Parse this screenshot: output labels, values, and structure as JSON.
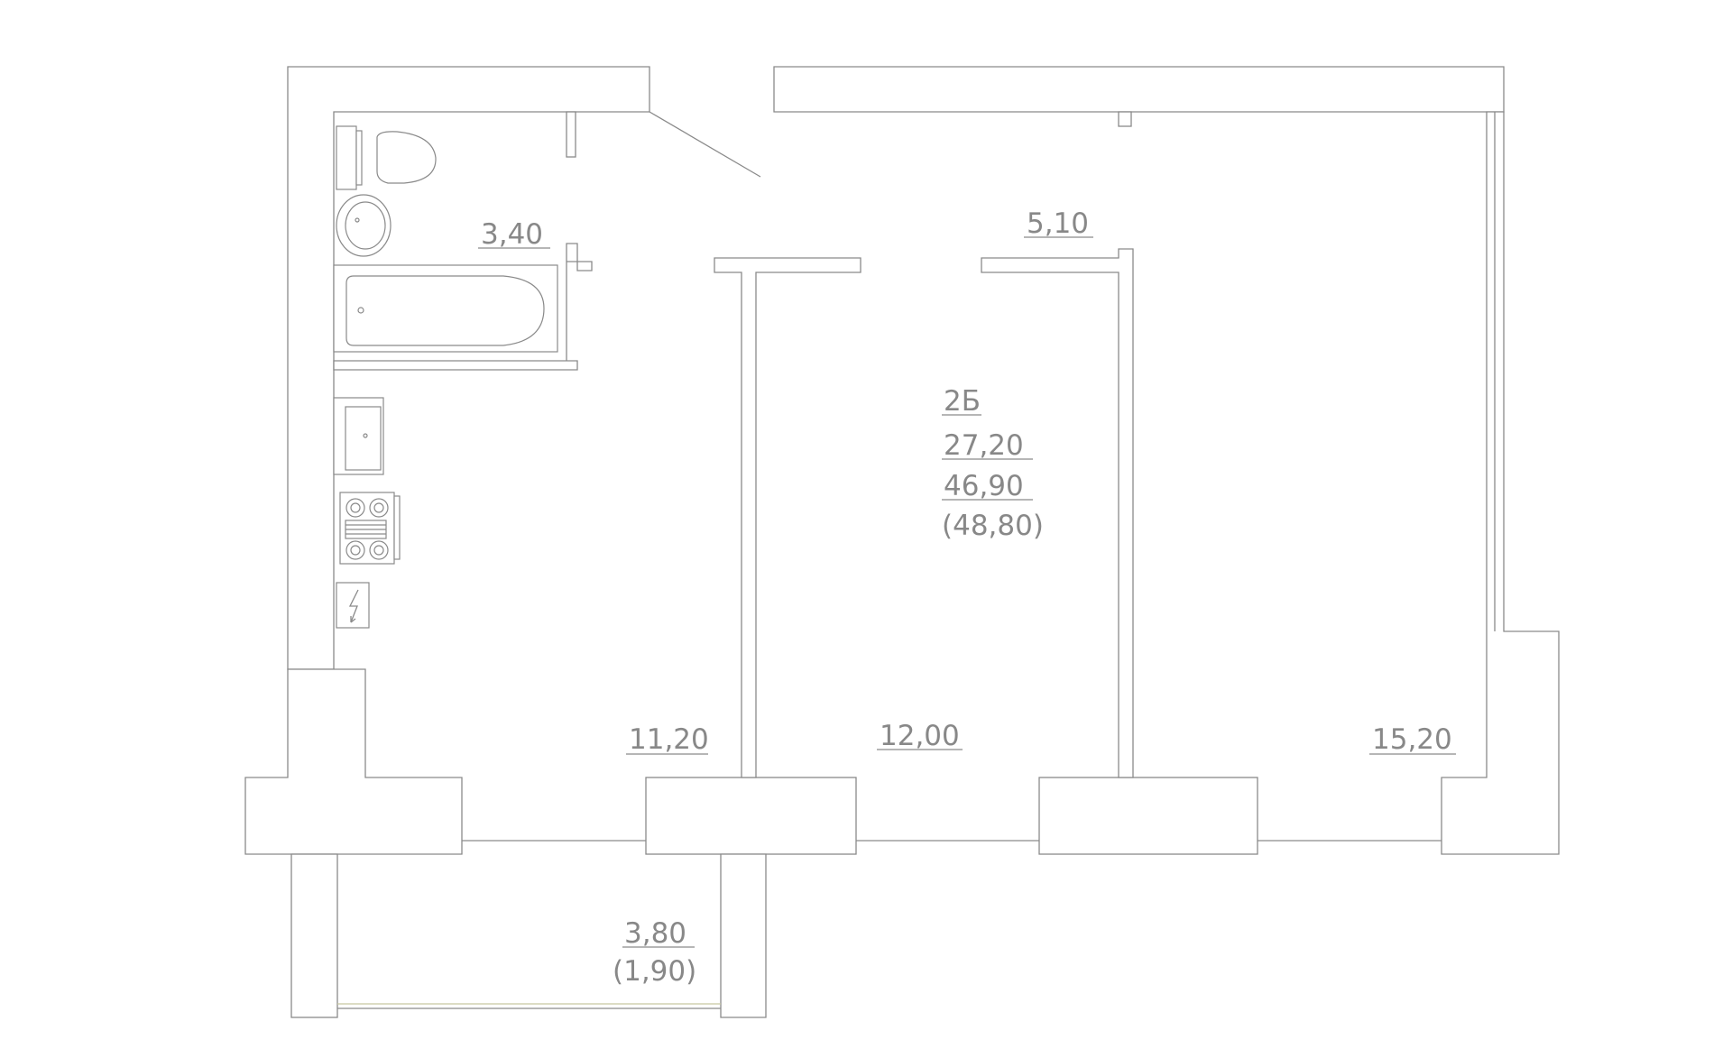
{
  "plan": {
    "apartment": {
      "type": "2Б",
      "living_area": "27,20",
      "total_area": "46,90",
      "total_area_with_balcony": "(48,80)"
    },
    "rooms": {
      "bathroom": "3,40",
      "hall": "5,10",
      "kitchen": "11,20",
      "room_middle": "12,00",
      "room_right": "15,20",
      "balcony": "3,80",
      "balcony_reduced": "(1,90)"
    }
  }
}
